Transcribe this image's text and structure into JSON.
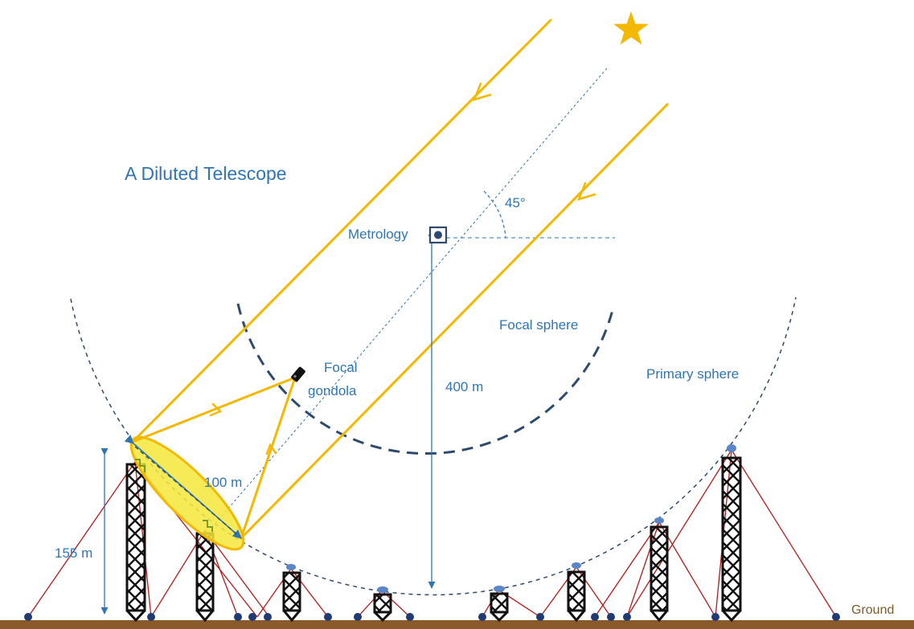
{
  "title": "A Diluted Telescope",
  "labels": {
    "angle": "45°",
    "metrology": "Metrology",
    "focal_sphere": "Focal sphere",
    "focal_gondola_line1": "Focal",
    "focal_gondola_line2": "gondola",
    "primary_sphere": "Primary sphere",
    "distance_400": "400 m",
    "distance_100": "100 m",
    "height_155": "155 m",
    "ground": "Ground"
  },
  "colors": {
    "ray": "#f5b800",
    "star": "#f5b800",
    "label": "#2e75b6",
    "sphere_line": "#2e4a6d",
    "tower": "#111111",
    "cable": "#b51a1a",
    "ground": "#8b5a2b",
    "anchor": "#1f3b73",
    "mirror_fill": "#f5e83a"
  },
  "icons": [
    "star-icon",
    "metrology-icon",
    "gondola-icon"
  ]
}
